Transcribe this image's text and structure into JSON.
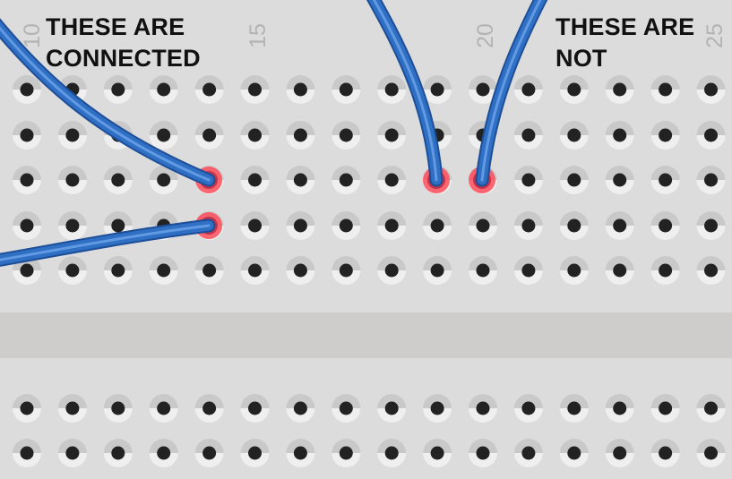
{
  "breadboard": {
    "column_numbers": [
      "10",
      "15",
      "20",
      "25"
    ],
    "colors": {
      "board": "#dcdcdc",
      "board_hole_ring_light": "#efefef",
      "board_hole_ring_dark": "#a9a9a9",
      "hole": "#222222",
      "center_channel": "#cfcdcb",
      "wire": "#2f6fc4",
      "wire_highlight": "#6ea5ea",
      "wire_edge": "#1d4e98",
      "active_hole_glow": "#ff4d5a"
    }
  },
  "callouts": {
    "connected_line1": "THESE ARE",
    "connected_line2": "CONNECTED",
    "not_line1": "THESE ARE",
    "not_line2": "NOT"
  },
  "icons": {
    "hole": "breadboard-hole-icon",
    "wire": "jumper-wire-icon"
  }
}
